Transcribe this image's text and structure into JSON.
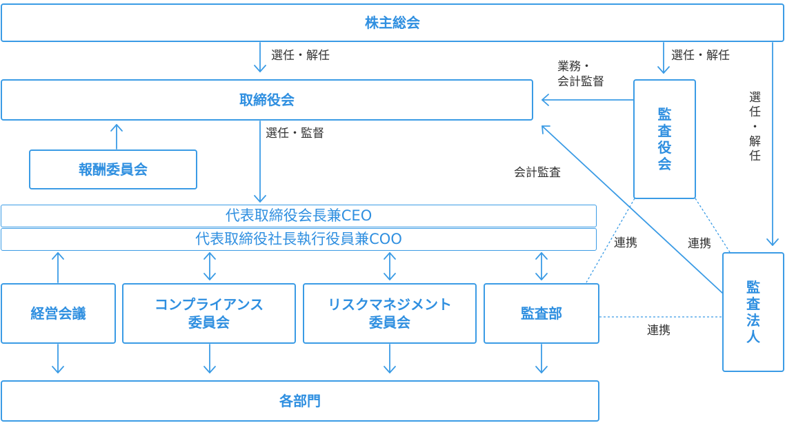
{
  "boxes": {
    "shareholders": "株主総会",
    "board": "取締役会",
    "compensation": "報酬委員会",
    "ceo": "代表取締役会長兼CEO",
    "coo": "代表取締役社長執行役員兼COO",
    "management_meeting": "経営会議",
    "compliance_line1": "コンプライアンス",
    "compliance_line2": "委員会",
    "risk_line1": "リスクマネジメント",
    "risk_line2": "委員会",
    "internal_audit": "監査部",
    "departments": "各部門",
    "audit_board": [
      "監",
      "査",
      "役",
      "会"
    ],
    "audit_firm": [
      "監",
      "査",
      "法",
      "人"
    ]
  },
  "labels": {
    "elect_dismiss_board": "選任・解任",
    "elect_dismiss_auditor": "選任・解任",
    "elect_supervise": "選任・監督",
    "business_audit_line1": "業務・",
    "business_audit_line2": "会計監督",
    "accounting_audit": "会計監査",
    "coop_left": "連携",
    "coop_right": "連携",
    "coop_bottom": "連携",
    "vertical_elect": [
      "選",
      "任",
      "・",
      "解",
      "任"
    ]
  },
  "colors": {
    "accent": "#3a9be5",
    "text": "#2f8fe0",
    "label": "#333333"
  }
}
